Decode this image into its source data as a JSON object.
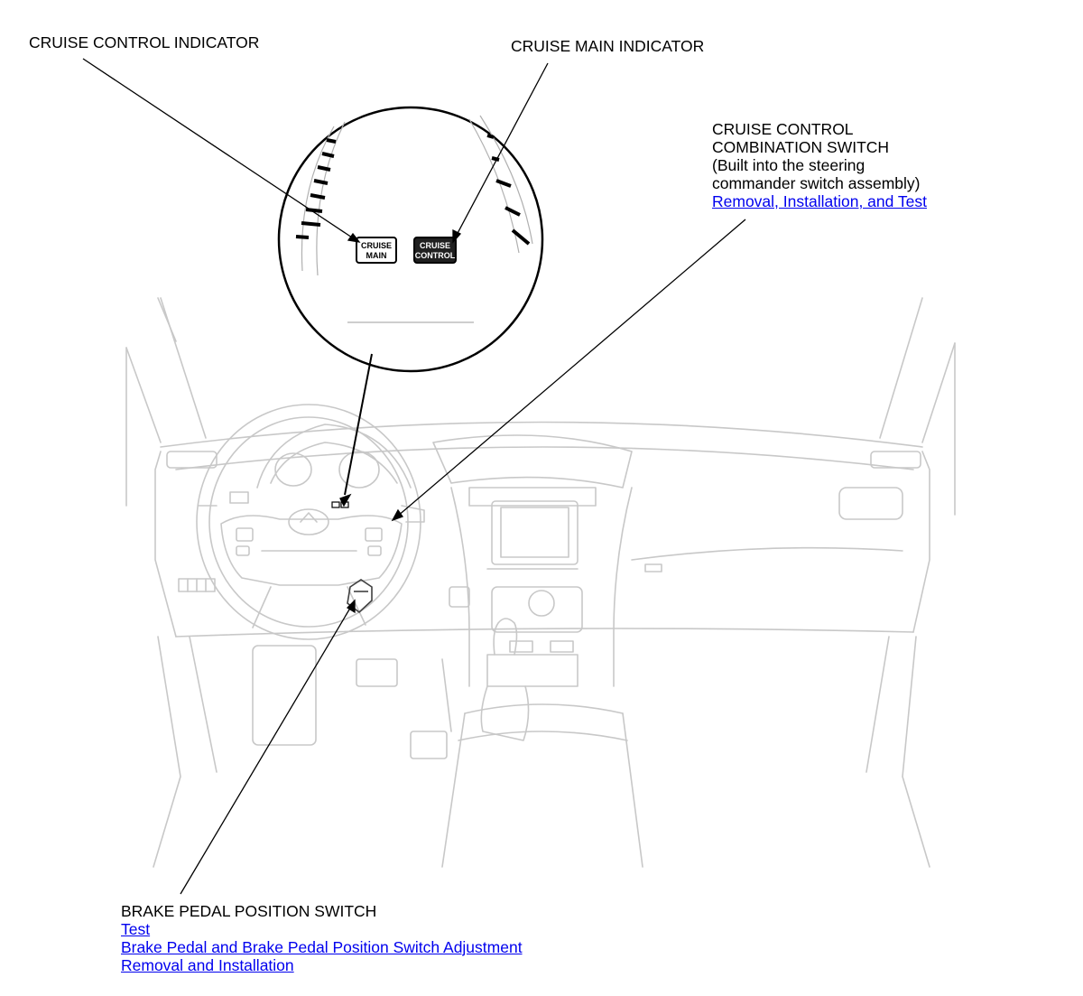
{
  "labels": {
    "cruise_control_indicator": "CRUISE CONTROL INDICATOR",
    "cruise_main_indicator": "CRUISE MAIN INDICATOR",
    "combination_switch": {
      "line1": "CRUISE CONTROL",
      "line2": "COMBINATION SWITCH",
      "line3": "(Built into the steering",
      "line4": "commander switch assembly)",
      "link": "Removal, Installation, and Test"
    },
    "brake_pedal_switch": {
      "title": "BRAKE PEDAL POSITION SWITCH",
      "link_test": "Test",
      "link_adjustment": "Brake Pedal and Brake Pedal Position Switch Adjustment",
      "link_removal": "Removal and Installation"
    }
  },
  "indicators": {
    "main_line1": "CRUISE",
    "main_line2": "MAIN",
    "control_line1": "CRUISE",
    "control_line2": "CONTROL"
  },
  "colors": {
    "link": "#0000ee",
    "line_art": "#c8c8c8",
    "leader": "#000000"
  }
}
